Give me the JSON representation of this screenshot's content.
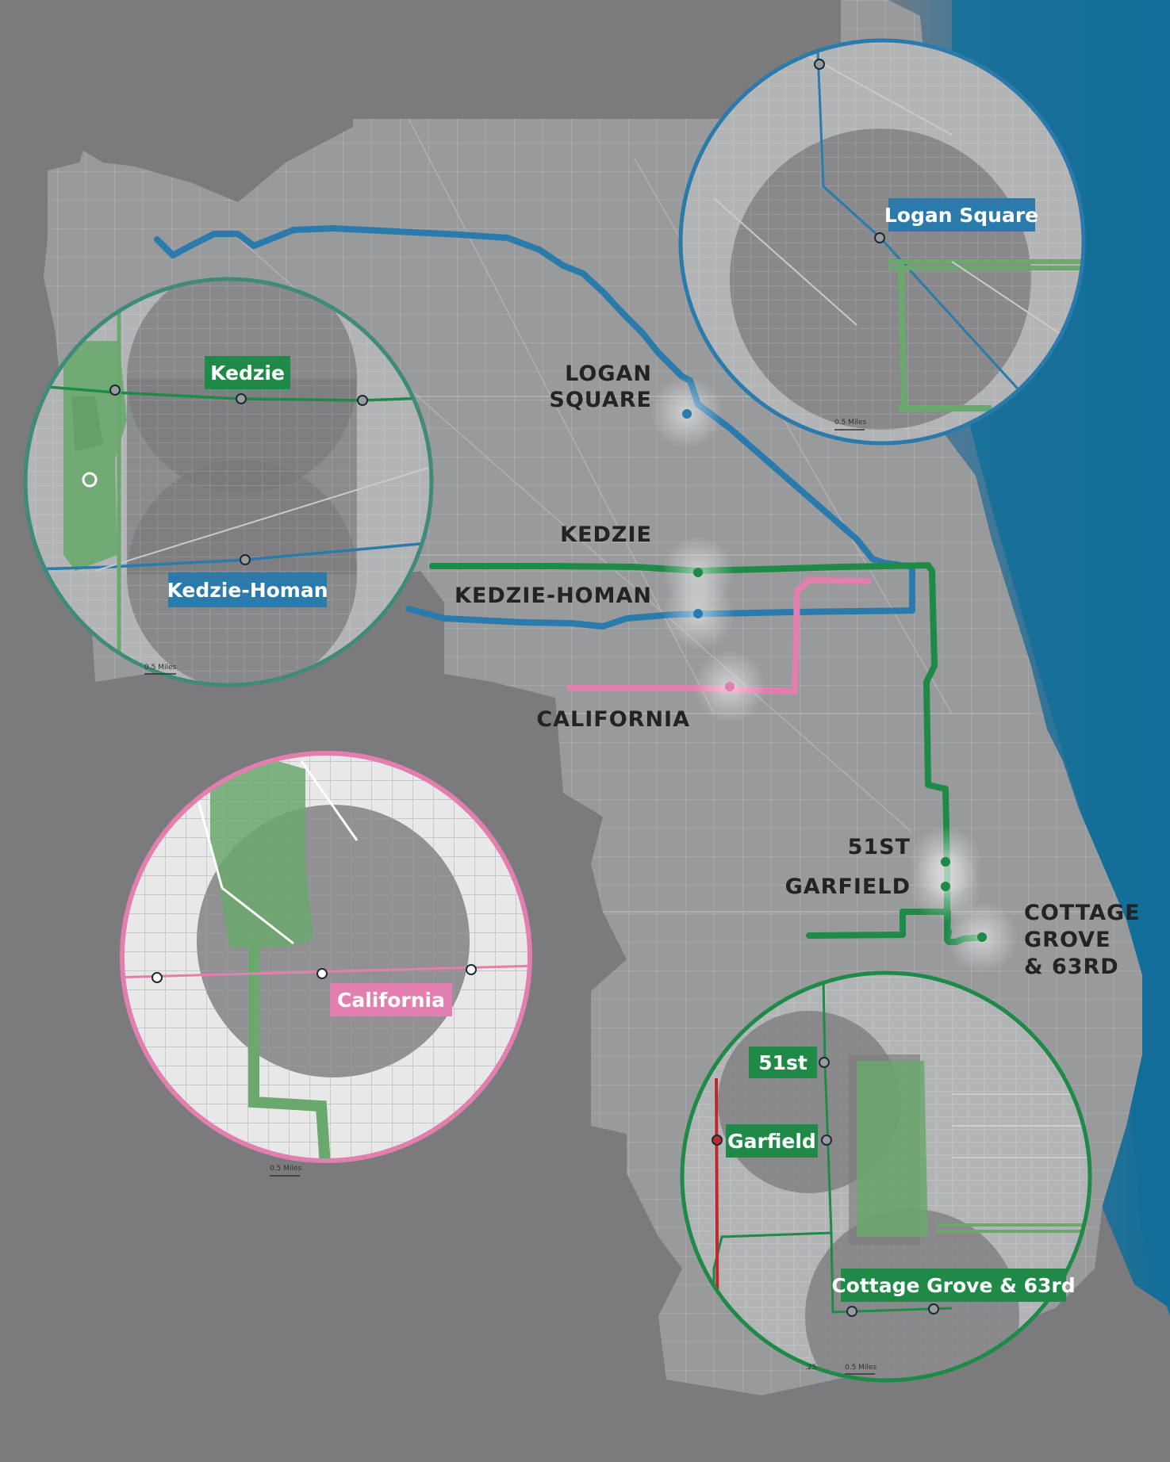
{
  "colors": {
    "background": "#7b7b7d",
    "city": "#999a9c",
    "street": "#b6b7b9",
    "lake": "#1a6e96",
    "blue_line": "#2a7bac",
    "green_line": "#1f8a47",
    "pink_line": "#e27fae",
    "red_line": "#c0282e",
    "park": "#6aa86d"
  },
  "map_labels": {
    "logan_square_1": "LOGAN",
    "logan_square_2": "SQUARE",
    "kedzie": "KEDZIE",
    "kedzie_homan": "KEDZIE-HOMAN",
    "california": "CALIFORNIA",
    "fifty_first": "51ST",
    "garfield": "GARFIELD",
    "cottage_1": "COTTAGE",
    "cottage_2": "GROVE",
    "cottage_3": "& 63RD"
  },
  "insets": {
    "logan": {
      "title": "Logan Square",
      "scale": "0.5 Miles",
      "line": "blue",
      "border": "#2a7bac"
    },
    "kedzie": {
      "title_top": "Kedzie",
      "title_bottom": "Kedzie-Homan",
      "scale": "0.5 Miles",
      "border": "#3f8a78"
    },
    "california": {
      "title": "California",
      "scale": "0.5 Miles",
      "border": "#e27fae"
    },
    "south": {
      "title_51": "51st",
      "title_garfield": "Garfield",
      "title_cottage": "Cottage Grove & 63rd",
      "scale": "0.5 Miles",
      "scale_partial": ".25",
      "border": "#1f8a47"
    }
  },
  "icons": {
    "station": "station-dot-icon",
    "burst": "station-burst-icon",
    "park_marker": "park-circle-icon"
  }
}
